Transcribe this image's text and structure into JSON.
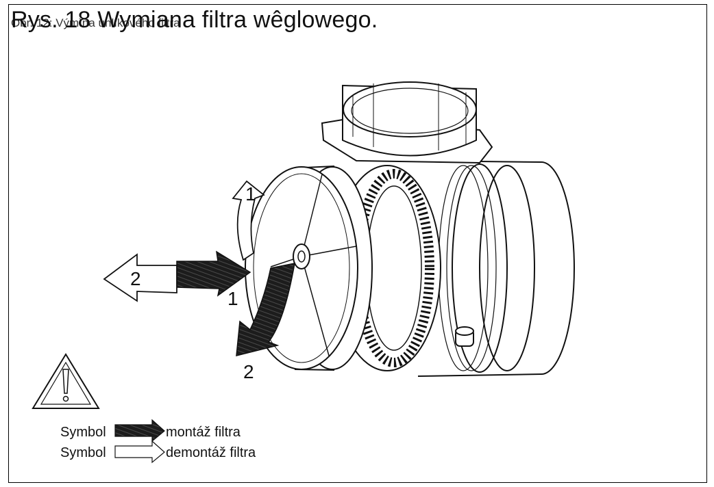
{
  "title": "Rys. 18 Wymiana filtra wêglowego.",
  "title_overlay": "Obr. 12: Výmìna uhlíkového filtra",
  "step_labels": {
    "rotate_out": "1",
    "pull_out": "2",
    "push_in": "1",
    "rotate_in": "2"
  },
  "legend": {
    "install": {
      "symbol": "Symbol",
      "label": "montáž filtra"
    },
    "remove": {
      "symbol": "Symbol",
      "label": "demontáž filtra"
    }
  },
  "colors": {
    "ink": "#111111",
    "paper": "#ffffff",
    "fill_dark": "#1c1c1c"
  }
}
